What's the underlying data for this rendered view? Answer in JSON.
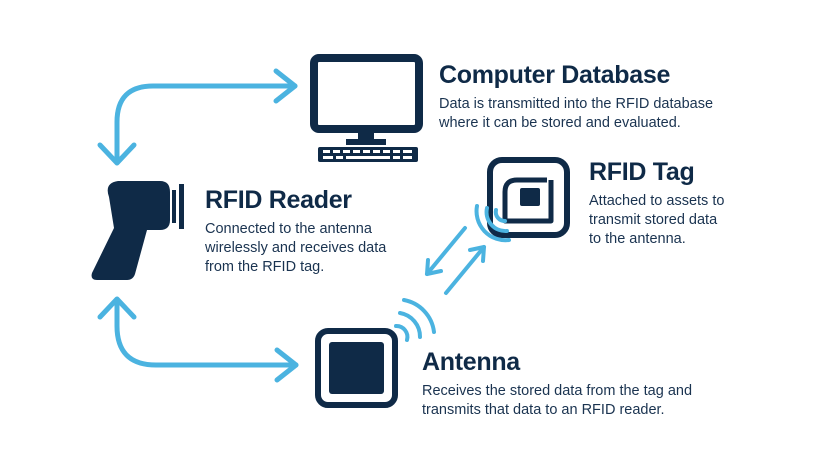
{
  "colors": {
    "navy": "#0f2a47",
    "arrow_blue": "#4bb3e0"
  },
  "icons": [
    "computer-monitor-icon",
    "keyboard-icon",
    "rfid-tag-icon",
    "rfid-reader-icon",
    "antenna-icon",
    "wireless-signal-icon"
  ],
  "nodes": {
    "database": {
      "title": "Computer Database",
      "lines": [
        "Data is transmitted into the RFID database",
        "where it can be stored and evaluated."
      ]
    },
    "tag": {
      "title": "RFID Tag",
      "lines": [
        "Attached to assets to",
        "transmit stored data",
        "to the antenna."
      ]
    },
    "reader": {
      "title": "RFID Reader",
      "lines": [
        "Connected to the antenna",
        "wirelessly and receives data",
        "from the RFID tag."
      ]
    },
    "antenna": {
      "title": "Antenna",
      "lines": [
        "Receives the stored data from the tag and",
        "transmits that data to an RFID reader."
      ]
    }
  }
}
